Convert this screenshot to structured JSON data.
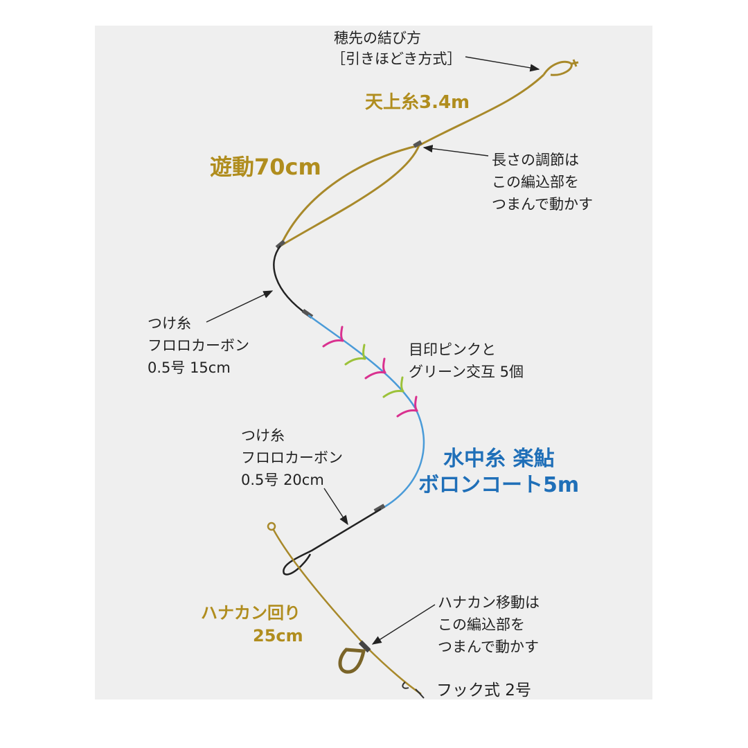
{
  "colors": {
    "gold_line": "#a8892a",
    "gold_text": "#b08d1e",
    "blue_line": "#4a9bd8",
    "blue_text": "#1f6fb8",
    "black_line": "#222222",
    "marker_pink": "#d9318f",
    "marker_green": "#9cc23a",
    "background": "#efefef"
  },
  "labels": {
    "tip_knot": [
      "穂先の結び方",
      "［引きほどき方式］"
    ],
    "tenjou": "天上糸3.4m",
    "yudou": "遊動70cm",
    "adjust": [
      "長さの調節は",
      "この編込部を",
      "つまんで動かす"
    ],
    "tsuke1": [
      "つけ糸",
      "フロロカーボン",
      "0.5号 15cm"
    ],
    "mejirushi": [
      "目印ピンクと",
      "グリーン交互 5個"
    ],
    "suichu": [
      "水中糸 楽鮎",
      "ボロンコート5m"
    ],
    "tsuke2": [
      "つけ糸",
      "フロロカーボン",
      "0.5号 20cm"
    ],
    "hanakan": [
      "ハナカン回り",
      "25cm"
    ],
    "hanakan_move": [
      "ハナカン移動は",
      "この編込部を",
      "つまんで動かす"
    ],
    "hook": "フック式 2号"
  },
  "markers": [
    {
      "color": "pink"
    },
    {
      "color": "green"
    },
    {
      "color": "pink"
    },
    {
      "color": "green"
    },
    {
      "color": "pink"
    }
  ]
}
